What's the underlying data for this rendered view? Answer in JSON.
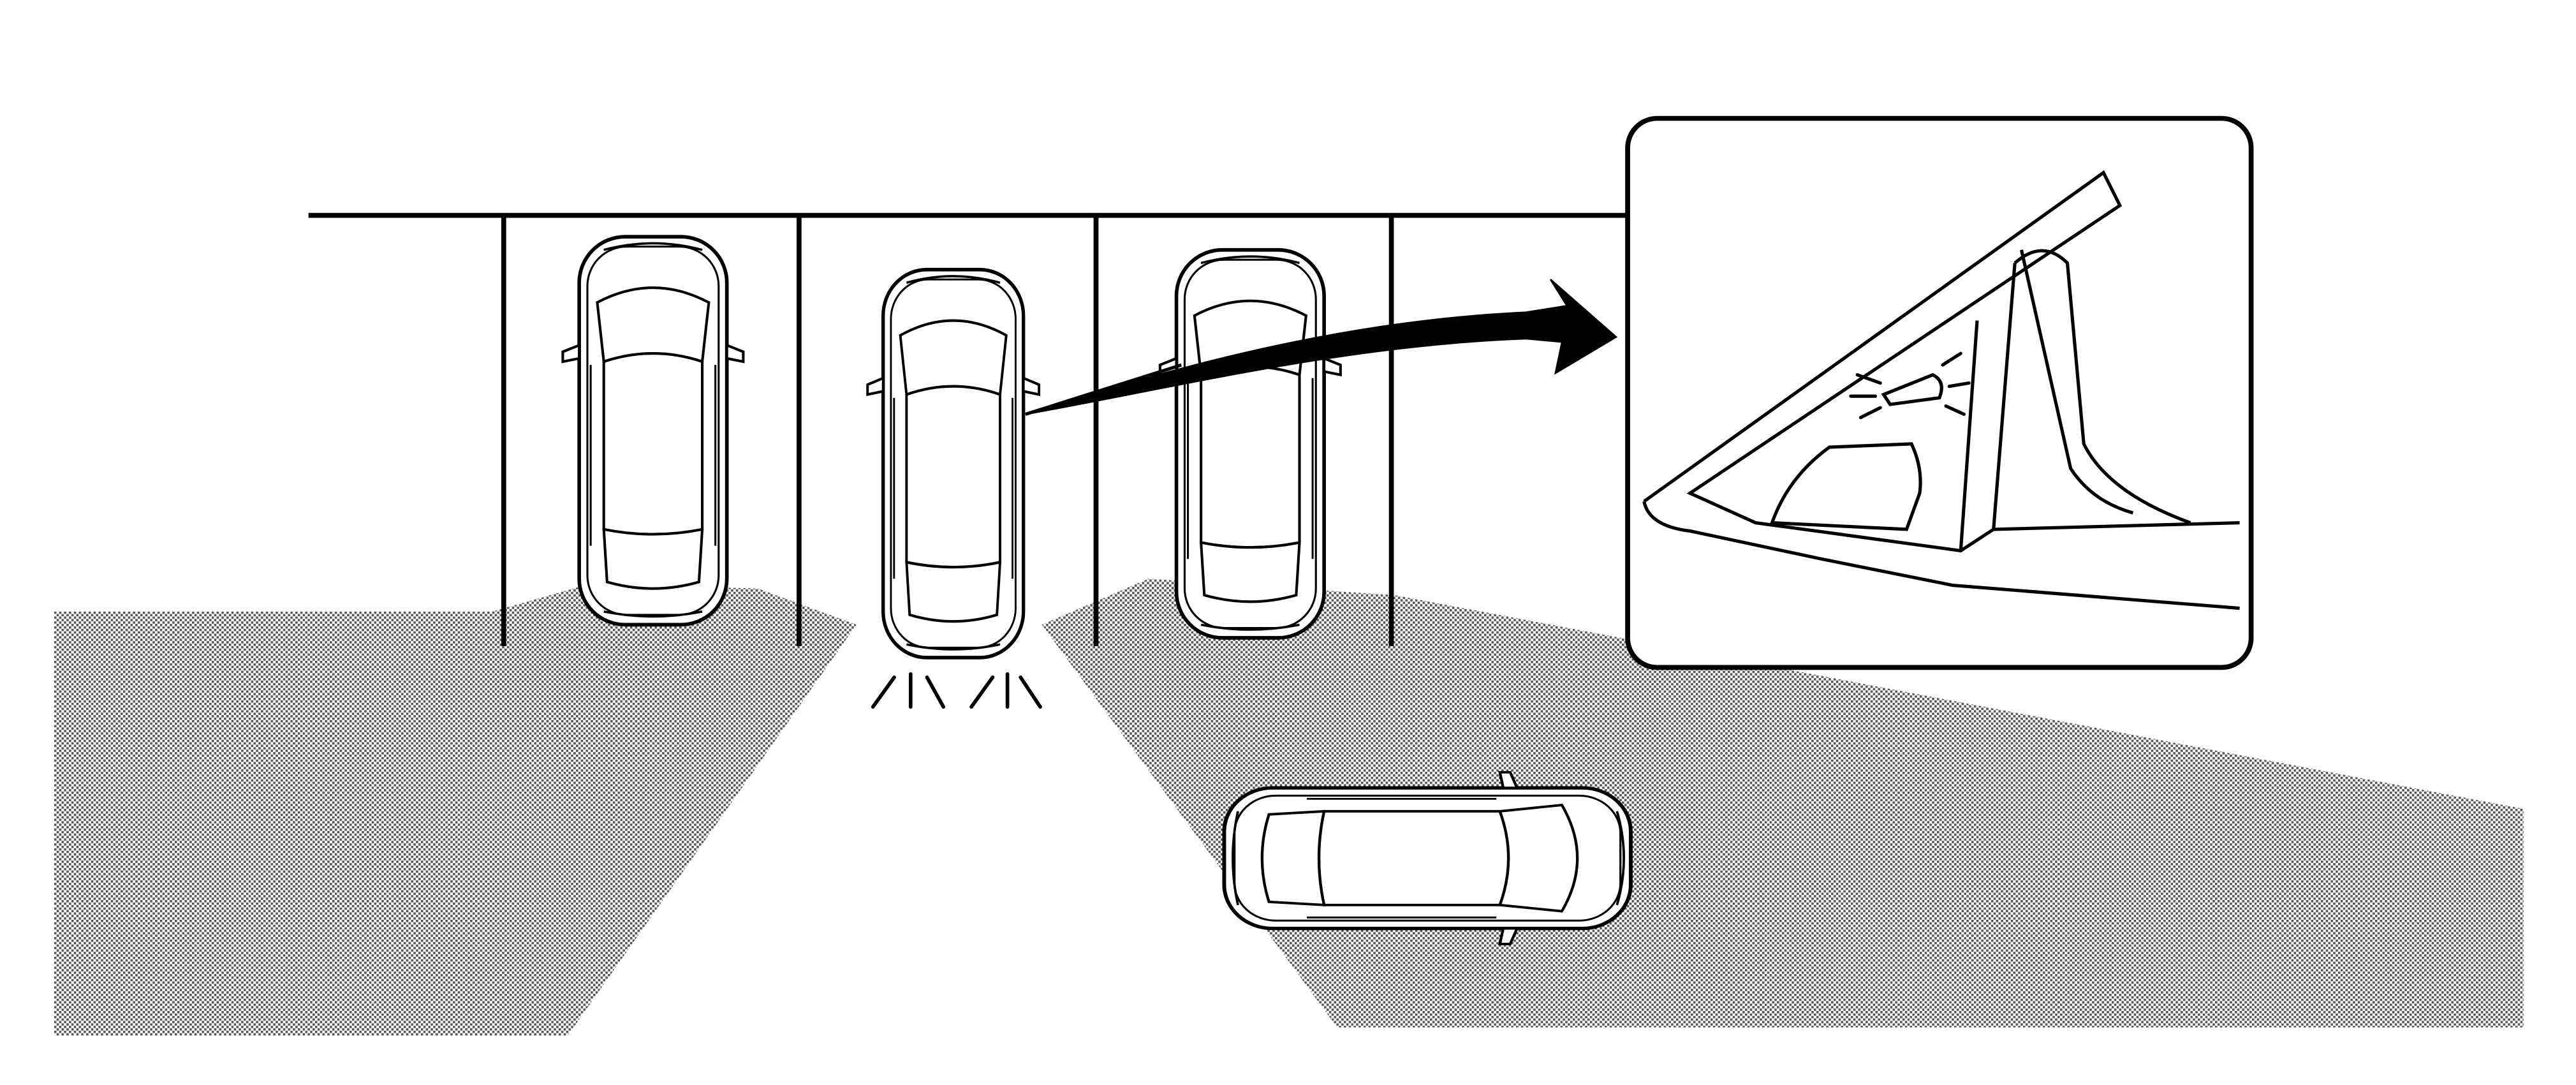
{
  "diagram": {
    "subject": "rear-cross-traffic-alert-parking-scene",
    "line_color": "#000000",
    "background_color": "#ffffff",
    "detection_zone_style": "stippled-gray",
    "indicator_location": "side-mirror"
  }
}
